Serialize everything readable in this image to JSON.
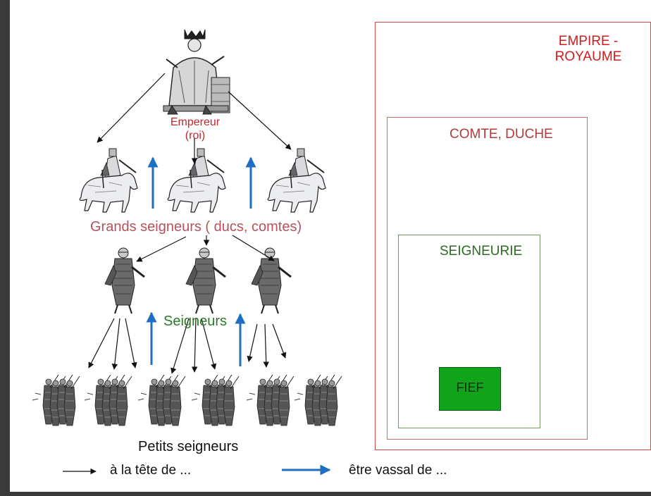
{
  "hierarchy": {
    "emperor_label": "Empereur",
    "emperor_sub": "(roi)",
    "grands_label": "Grands seigneurs ( ducs, comtes)",
    "seigneurs_label": "Seigneurs",
    "petits_label": "Petits seigneurs"
  },
  "legend": {
    "black_arrow_label": "à la tête de ...",
    "blue_arrow_label": "être vassal de ...",
    "black_arrow_color": "#111111",
    "blue_arrow_color": "#1e6fc4"
  },
  "territories": {
    "empire_line1": "EMPIRE -",
    "empire_line2": "ROYAUME",
    "comte_label": "COMTE, DUCHE",
    "seigneurie_label": "SEIGNEURIE",
    "fief_label": "FIEF",
    "fief_color": "#11a31a"
  }
}
